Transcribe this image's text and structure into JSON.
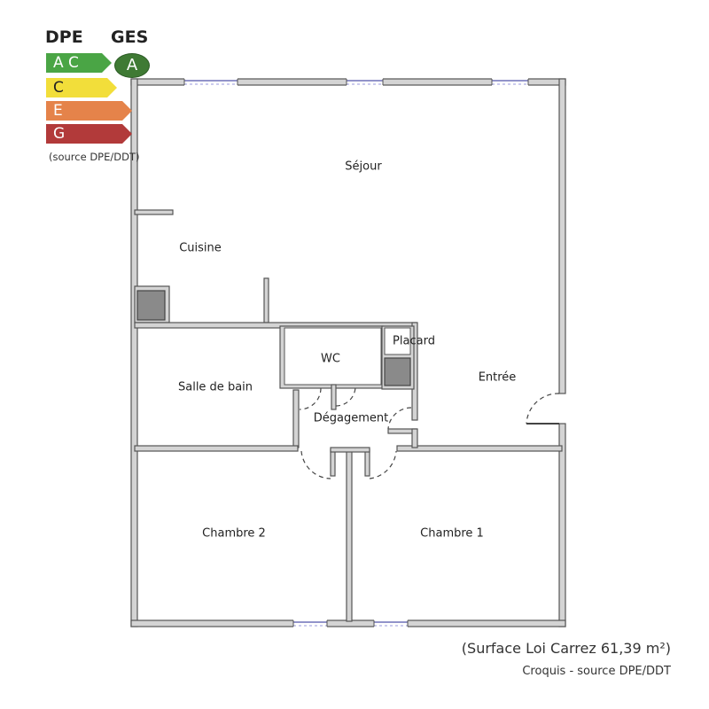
{
  "legend": {
    "dpe_title": "DPE",
    "ges_title": "GES",
    "dpe_bars": [
      {
        "label": "A C",
        "color": "#4aa545",
        "text_color": "#ffffff"
      },
      {
        "label": "C",
        "color": "#f2de3a",
        "text_color": "#222222"
      },
      {
        "label": "E",
        "color": "#e5834a",
        "text_color": "#ffffff"
      },
      {
        "label": "G",
        "color": "#b23a3a",
        "text_color": "#ffffff"
      }
    ],
    "ges_value": "A",
    "ges_color": "#3f7a34",
    "source": "(source DPE/DDT)"
  },
  "rooms": {
    "sejour": "Séjour",
    "cuisine": "Cuisine",
    "salle_de_bain": "Salle de bain",
    "wc": "WC",
    "placard": "Placard",
    "entree": "Entrée",
    "degagement": "Dégagement",
    "chambre2": "Chambre 2",
    "chambre1": "Chambre 1"
  },
  "footer": {
    "surface": "(Surface Loi Carrez 61,39 m²)",
    "credit": "Croquis - source DPE/DDT"
  }
}
